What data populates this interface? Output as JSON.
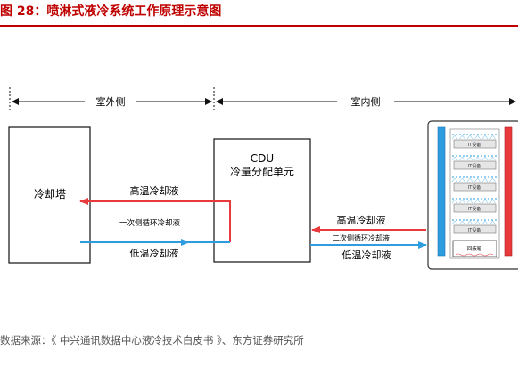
{
  "title": "图 28：喷淋式液冷系统工作原理示意图",
  "source": "数据来源：《 中兴通讯数据中心液冷技术白皮书 》、东方证券研究所",
  "zones": {
    "outdoor": "室外侧",
    "indoor": "室内侧"
  },
  "cooling_tower": {
    "label": "冷却塔"
  },
  "cdu": {
    "line1": "CDU",
    "line2": "冷量分配单元"
  },
  "left_loop": {
    "hot_label": "高温冷却液",
    "loop_label": "一次侧循环冷却液",
    "cold_label": "低温冷却液"
  },
  "right_loop": {
    "hot_label": "高温冷却液",
    "loop_label": "二次侧循环冷却液",
    "cold_label": "低温冷却液"
  },
  "cabinet": {
    "devices": [
      "IT设备",
      "IT设备",
      "IT设备",
      "IT设备",
      "IT设备"
    ],
    "tank_label": "回液箱"
  },
  "colors": {
    "hot": "#e8393c",
    "cold": "#2e9de0",
    "title": "#c00000"
  }
}
